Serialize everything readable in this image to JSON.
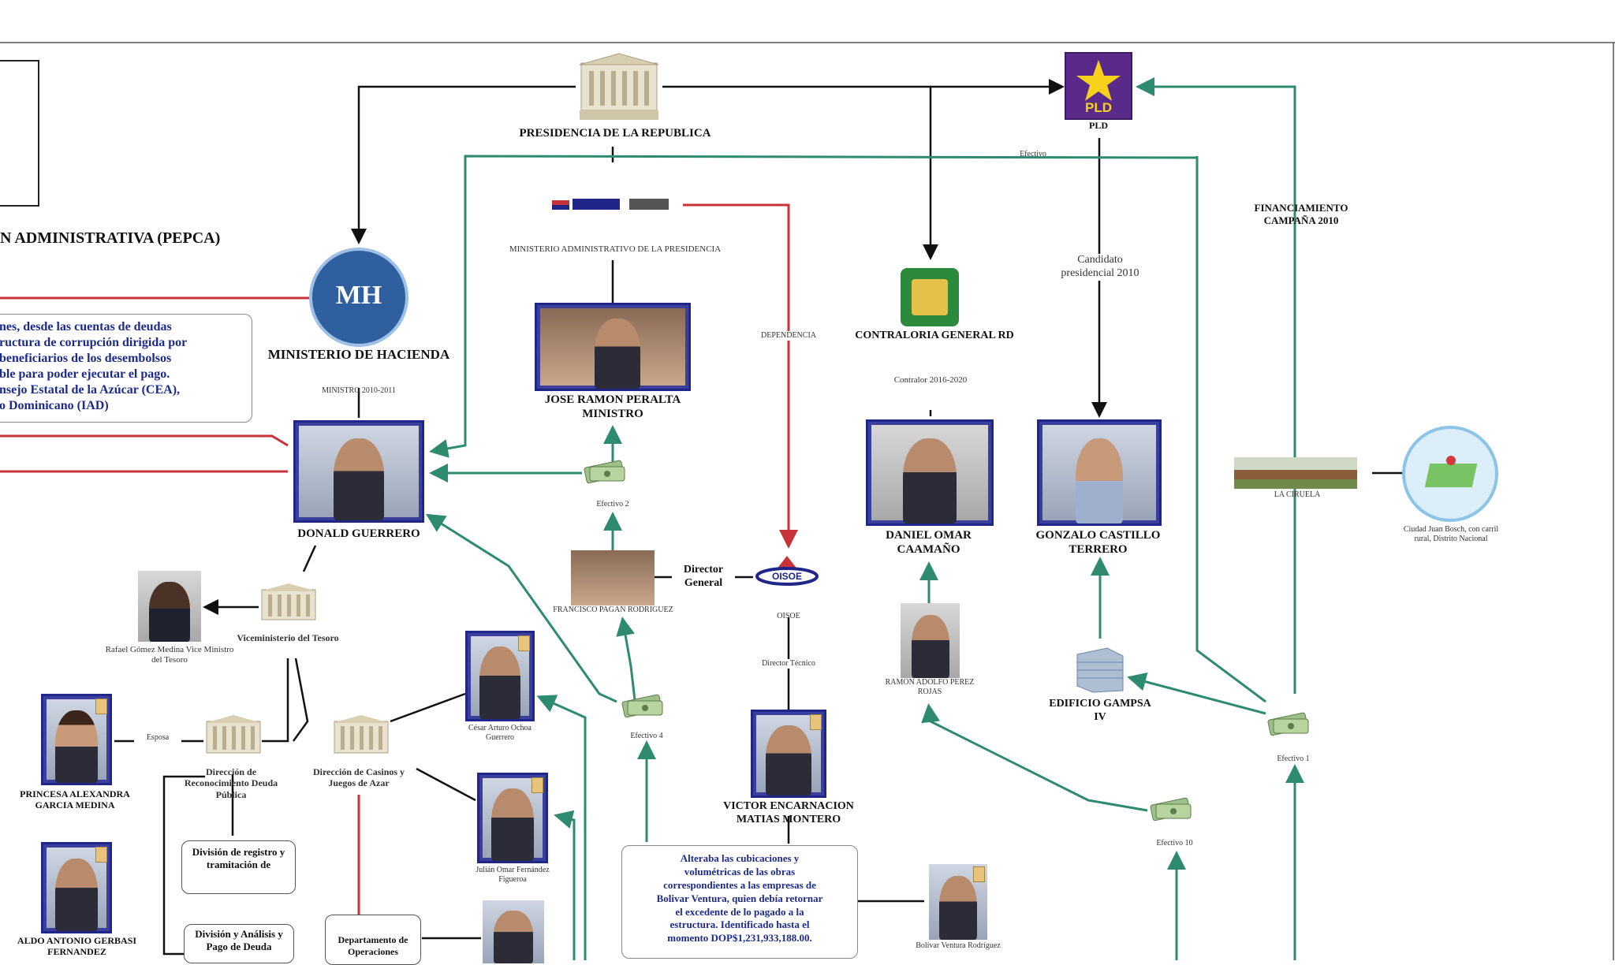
{
  "header_title": "N ADMINISTRATIVA (PEPCA)",
  "nodes": {
    "presidencia": "PRESIDENCIA DE LA REPUBLICA",
    "pld": "PLD",
    "pld_logo_text": "PLD",
    "mh_logo_text": "MH",
    "financiamiento": "FINANCIAMIENTO CAMPAÑA 2010",
    "candidato": "Candidato presidencial 2010",
    "ministerio_administrativo": "MINISTERIO ADMINISTRATIVO DE LA PRESIDENCIA",
    "ministerio_hacienda": "MINISTERIO DE HACIENDA",
    "ministro_caption": "MINISTRO 2010-2011",
    "jose_ramon": "JOSE RAMON PERALTA MINISTRO",
    "dependencia": "DEPENDENCIA",
    "contraloria": "CONTRALORIA GENERAL RD",
    "contralor_caption": "Contralor 2016-2020",
    "donald": "DONALD GUERRERO",
    "efectivo2": "Efectivo 2",
    "daniel": "DANIEL OMAR CAAMAÑO",
    "gonzalo": "GONZALO CASTILLO TERRERO",
    "la_ciruela": "LA CIRUELA",
    "ciudad_caption": "Ciudad Juan Bosch, con carril rural, Distrito Nacional",
    "rafael": "Rafael Gómez Medina Vice Ministro del Tesoro",
    "viceministerio": "Viceministerio del Tesoro",
    "director_general": "Director General",
    "oisoe": "OISOE",
    "francisco": "FRANCISCO PAGAN RODRIGUEZ",
    "director_tecnico": "Director Técnico",
    "efectivo4": "Efectivo 4",
    "cesar": "César Arturo Ochoa Guerrero",
    "ramon_caption": "RAMON ADOLFO PEREZ ROJAS",
    "edificio": "EDIFICIO GAMPSA IV",
    "efectivo_right": "Efectivo 1",
    "efectivo10": "Efectivo 10",
    "princesa": "PRINCESA ALEXANDRA GARCIA MEDINA",
    "esposa": "Esposa",
    "direccion_reconocimiento": "Dirección de Reconocimiento Deuda Pública",
    "direccion_casinos": "Dirección de Casinos y Juegos de Azar",
    "julian": "Julián Omar Fernández Figueroa",
    "victor": "VICTOR ENCARNACION MATIAS MONTERO",
    "division_registro": "División de registro y tramitación de",
    "aldo": "ALDO ANTONIO GERBASI FERNANDEZ",
    "division_analisis": "División y Análisis y Pago de Deuda",
    "departamento": "Departamento de Operaciones",
    "bolivar_caption": "Bolívar Ventura Rodríguez",
    "left_note": "nes, desde las cuentas de deudas ructura de corrupción dirigida por beneficiarios de los desembolsos ble para poder ejecutar el pago. nsejo Estatal de la Azúcar (CEA), o Dominicano (IAD)",
    "left_note_lines": [
      "nes, desde las cuentas de deudas",
      "ructura de corrupción dirigida por",
      "beneficiarios de los desembolsos",
      "ble para poder ejecutar el pago.",
      "nsejo Estatal de la Azúcar (CEA),",
      "o Dominicano (IAD)"
    ],
    "bottom_note_lines": [
      "Alteraba las cubicaciones y",
      "volumétricas de las obras",
      "correspondientes a las empresas de",
      "Bolivar Ventura, quien debía retornar",
      "el excedente de lo pagado a la",
      "estructura. Identificado hasta el",
      "momento DOP$1,231,933,188.00."
    ],
    "efectivo_top": "Efectivo"
  },
  "colors": {
    "black_link": "#111111",
    "green_link": "#2e8b6f",
    "red_link": "#c8323a",
    "photo_frame": "#1f2688",
    "note_text": "#1c2a8c",
    "pld_purple": "#5a2a8a",
    "pld_star": "#f6d21c"
  },
  "icons": {
    "presidencia": "palace-building-icon",
    "pld": "pld-star-logo-icon",
    "hacienda": "hacienda-seal-icon",
    "contraloria": "contraloria-logo-icon",
    "money": "cash-bundle-icon",
    "edificio": "office-tower-icon",
    "map": "map-pin-icon"
  }
}
